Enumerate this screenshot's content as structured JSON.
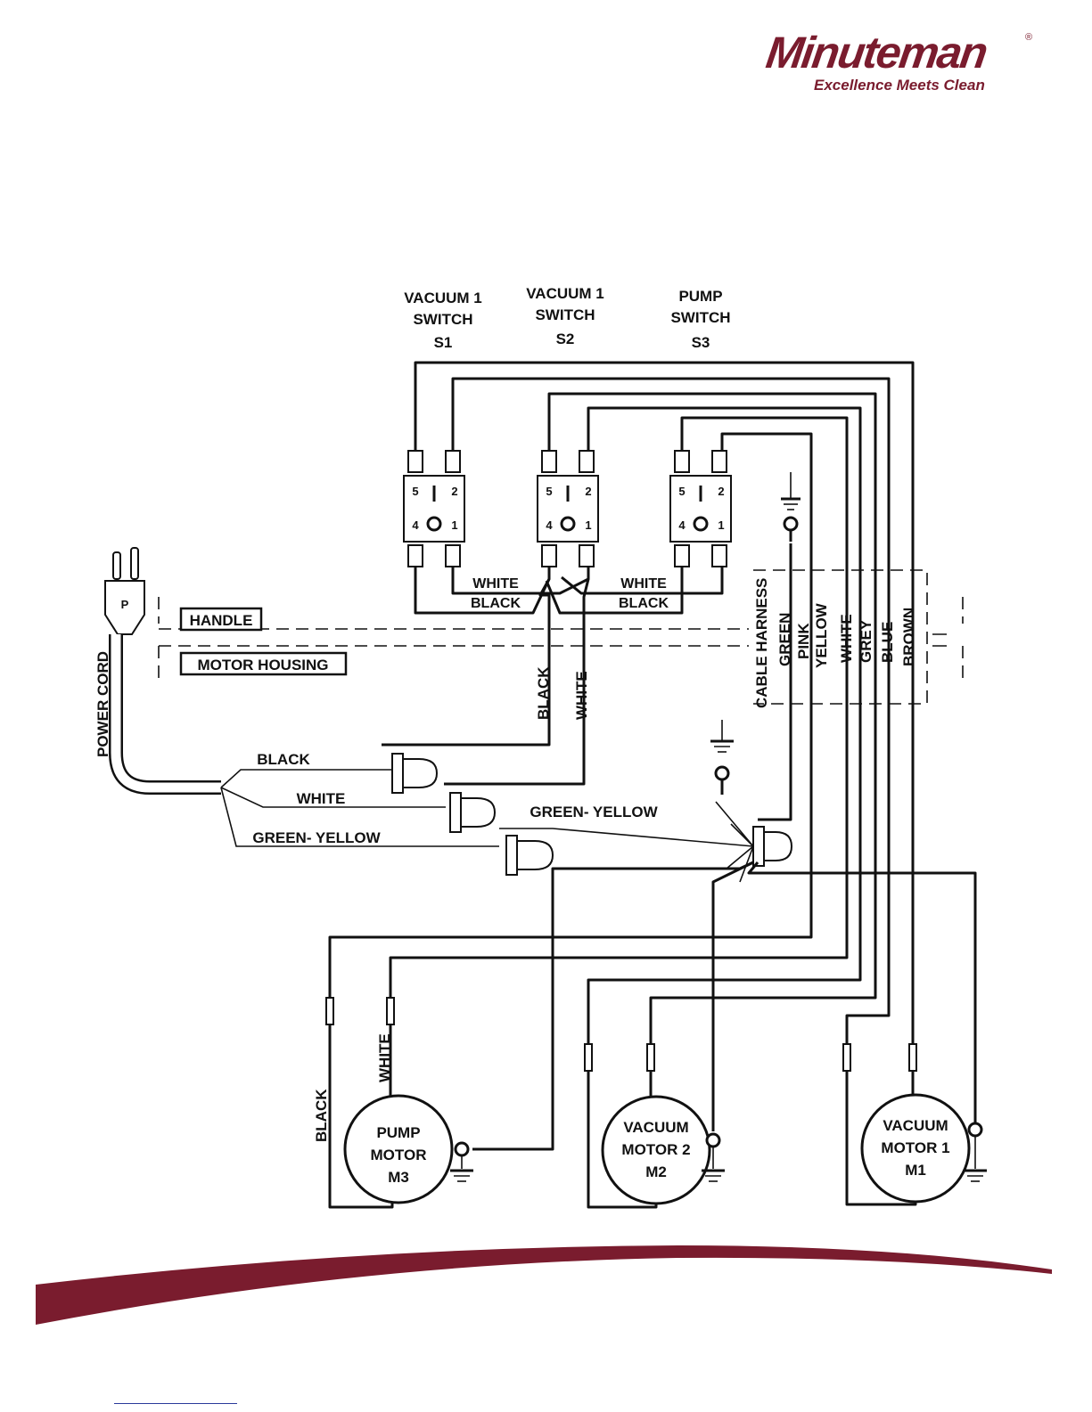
{
  "logo": {
    "name": "Minuteman",
    "tagline": "Excellence Meets Clean",
    "reg": "®"
  },
  "brand_color": "#7a1c2e",
  "switches": {
    "s1": {
      "line1": "VACUUM  1",
      "line2": "SWITCH",
      "line3": "S1"
    },
    "s2": {
      "line1": "VACUUM  1",
      "line2": "SWITCH",
      "line3": "S2"
    },
    "s3": {
      "line1": "PUMP",
      "line2": "SWITCH",
      "line3": "S3"
    },
    "terminals": {
      "t5": "5",
      "t2": "2",
      "t4": "4",
      "t1": "1"
    }
  },
  "plug_label": "P",
  "zones": {
    "handle": "HANDLE",
    "motor_housing": "MOTOR HOUSING"
  },
  "power_cord": "POWER CORD",
  "wires": {
    "white": "WHITE",
    "black": "BLACK",
    "green_yellow": "GREEN- YELLOW"
  },
  "cable_harness": {
    "title": "CABLE HARNESS",
    "colors": [
      "GREEN",
      "PINK",
      "YELLOW",
      "WHITE",
      "GREY",
      "BLUE",
      "BROWN"
    ]
  },
  "motors": {
    "m3": {
      "line1": "PUMP",
      "line2": "MOTOR",
      "line3": "M3"
    },
    "m2": {
      "line1": "VACUUM",
      "line2": "MOTOR 2",
      "line3": "M2"
    },
    "m1": {
      "line1": "VACUUM",
      "line2": "MOTOR 1",
      "line3": "M1"
    }
  }
}
